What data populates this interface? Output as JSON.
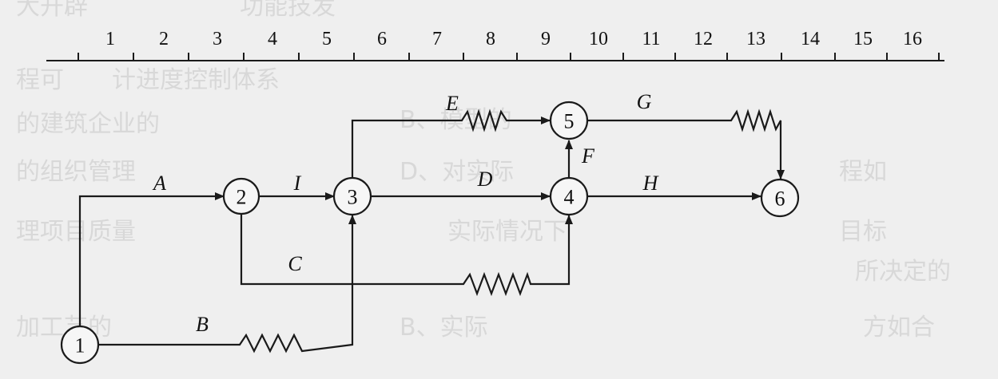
{
  "timescale": {
    "ticks": [
      "1",
      "2",
      "3",
      "4",
      "5",
      "6",
      "7",
      "8",
      "9",
      "10",
      "11",
      "12",
      "13",
      "14",
      "15",
      "16"
    ]
  },
  "nodes": {
    "n1": "1",
    "n2": "2",
    "n3": "3",
    "n4": "4",
    "n5": "5",
    "n6": "6"
  },
  "activities": {
    "A": "A",
    "B": "B",
    "C": "C",
    "D": "D",
    "E": "E",
    "F": "F",
    "G": "G",
    "H": "H",
    "I": "I"
  }
}
